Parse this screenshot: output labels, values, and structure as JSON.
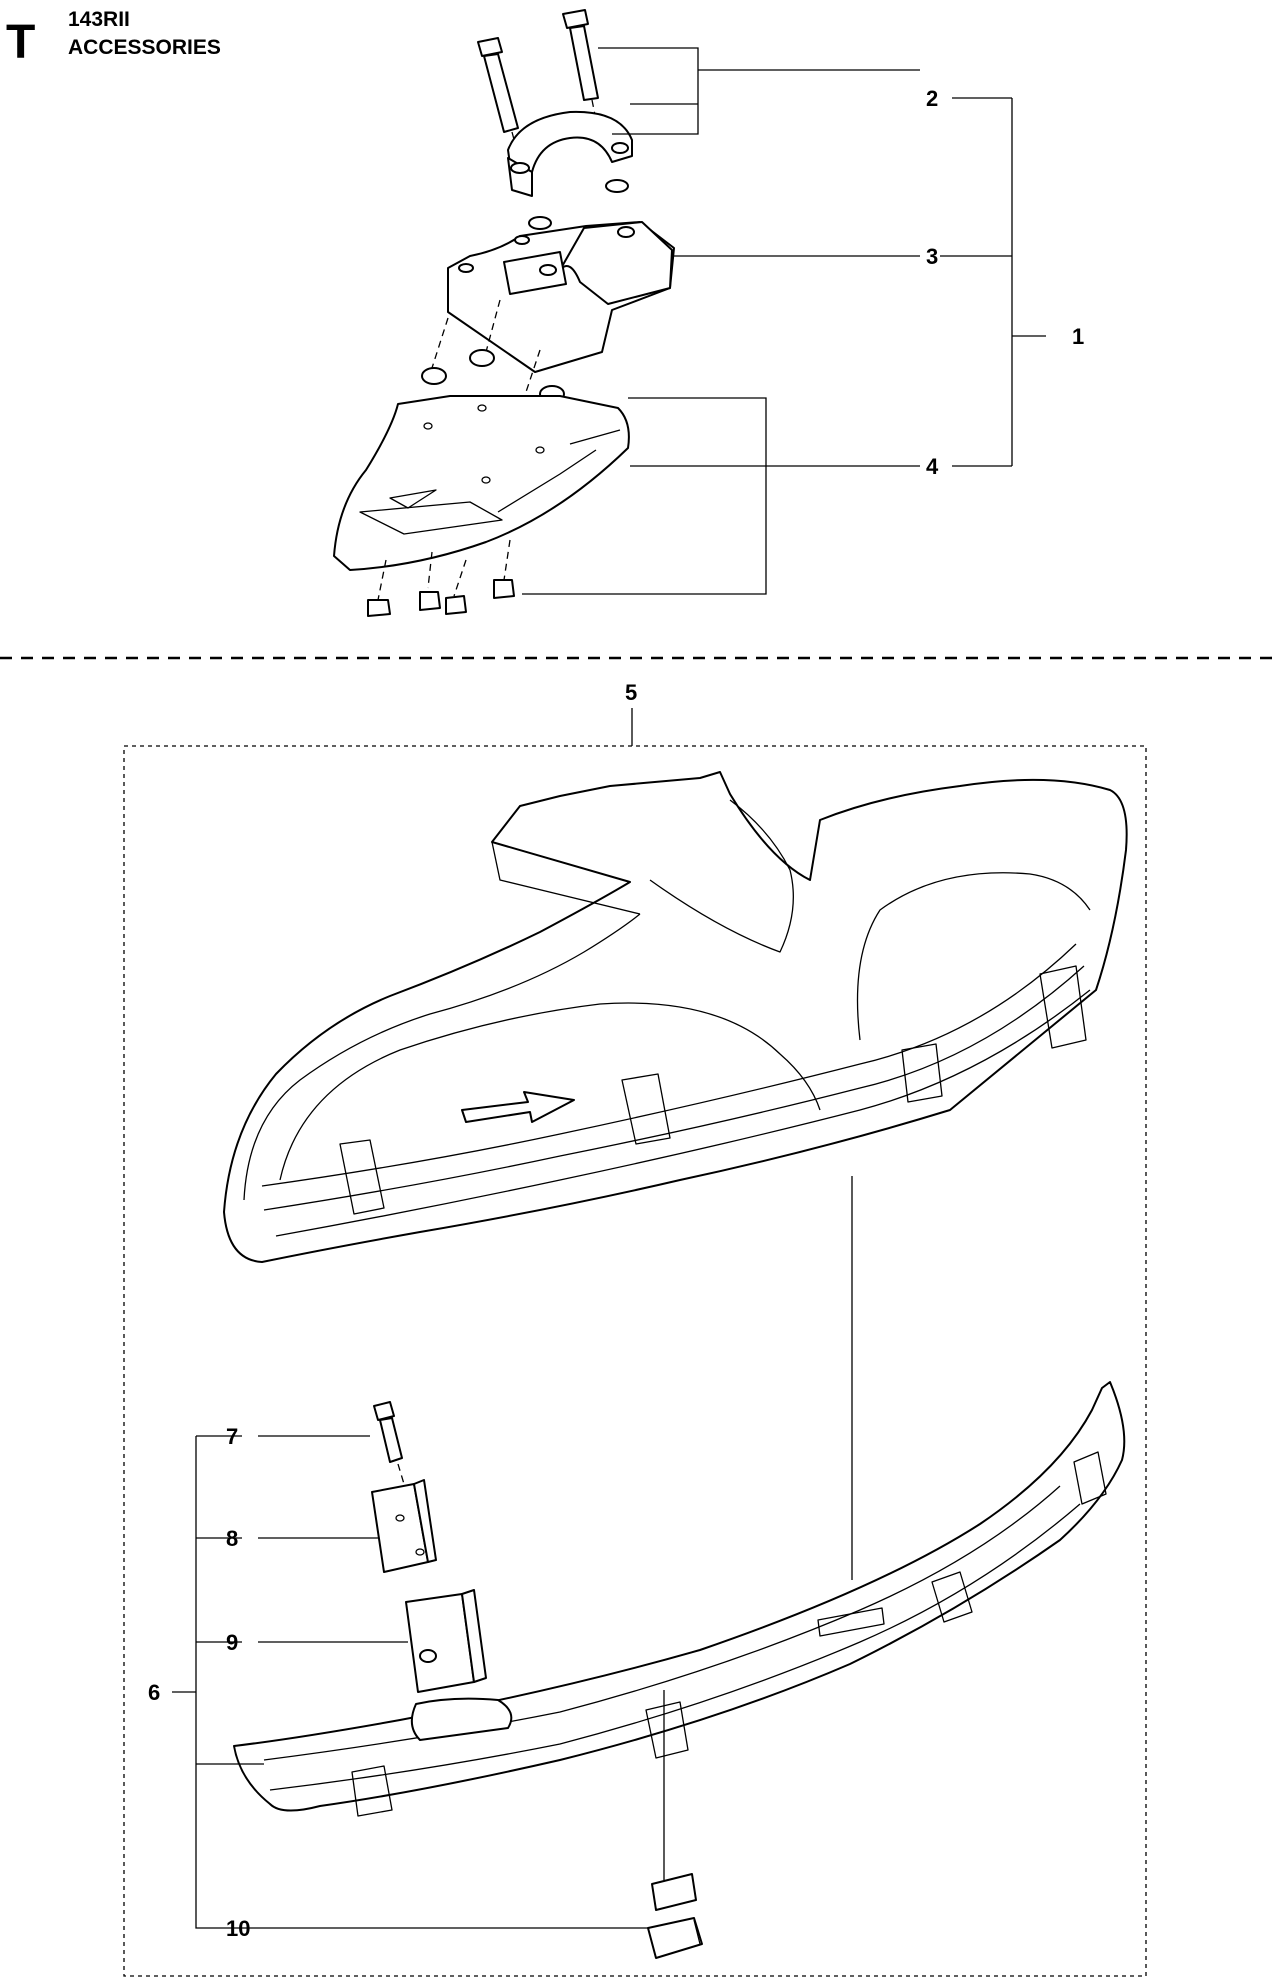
{
  "header": {
    "section_letter": "T",
    "model": "143RII",
    "section_title": "ACCESSORIES"
  },
  "callouts": {
    "c1": "1",
    "c2": "2",
    "c3": "3",
    "c4": "4",
    "c5": "5",
    "c6": "6",
    "c7": "7",
    "c8": "8",
    "c9": "9",
    "c10": "10"
  }
}
